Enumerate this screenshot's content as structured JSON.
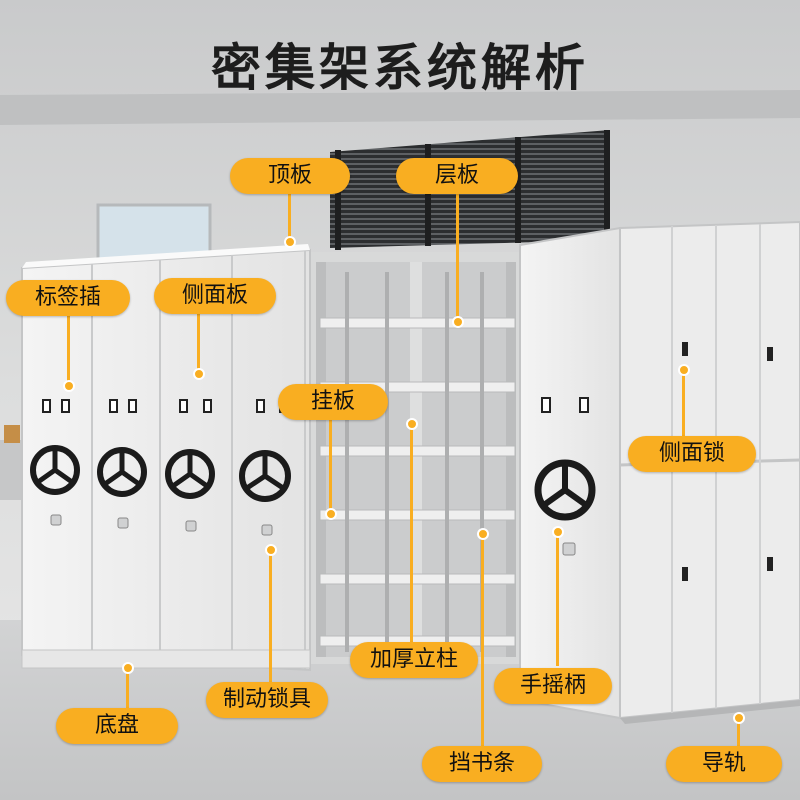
{
  "title": "密集架系统解析",
  "colors": {
    "accent": "#f9ae21",
    "cabinet": "#eeeeee",
    "wall": "#d6d7d8",
    "floor": "#cfd0d1",
    "handwheel": "#1b1b1b"
  },
  "labels": {
    "top_panel": "顶板",
    "shelf_board": "层板",
    "label_slot": "标签插",
    "side_panel": "侧面板",
    "hanging_board": "挂板",
    "side_lock": "侧面锁",
    "thick_column": "加厚立柱",
    "hand_crank": "手摇柄",
    "brake_lock": "制动锁具",
    "base": "底盘",
    "book_stop": "挡书条",
    "guide_rail": "导轨"
  }
}
